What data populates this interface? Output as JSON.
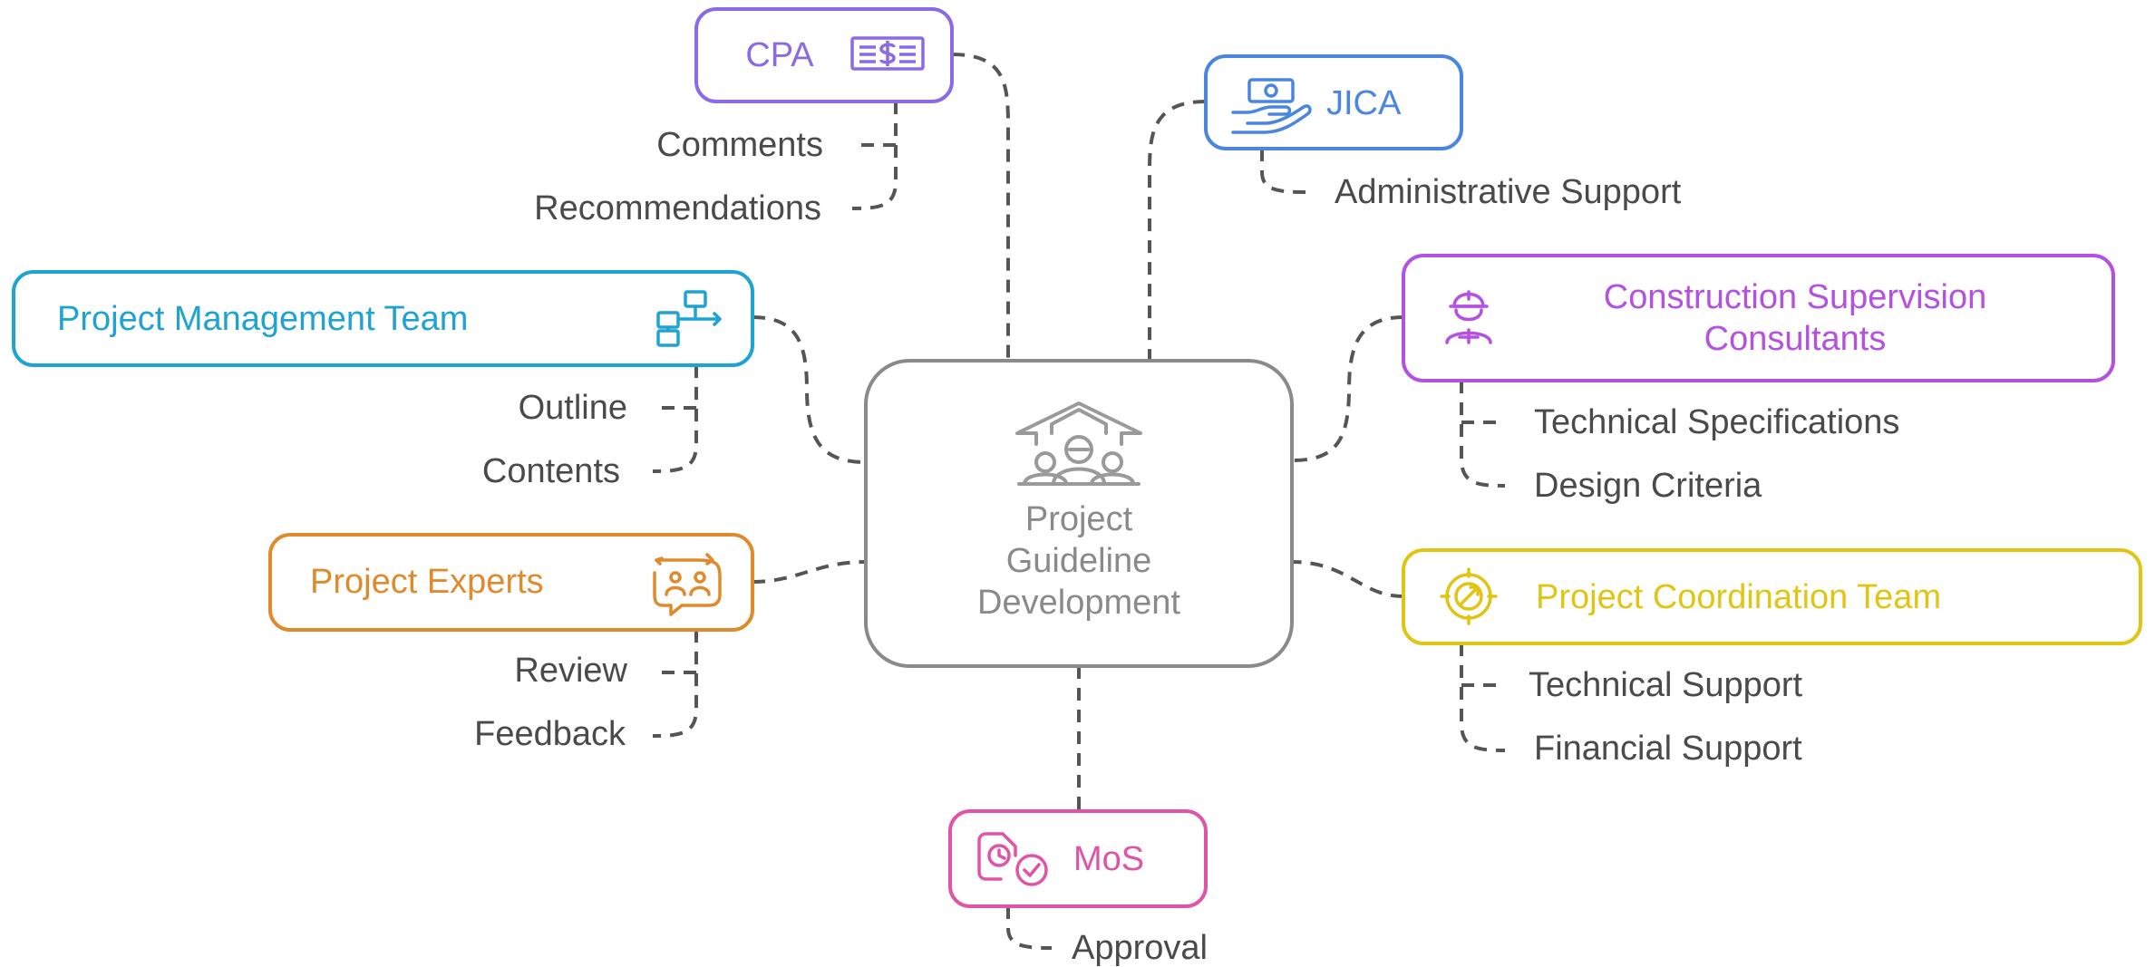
{
  "center": {
    "lines": [
      "Project",
      "Guideline",
      "Development"
    ],
    "color": "#8a8a8a"
  },
  "nodes": {
    "cpa": {
      "label": "CPA",
      "color": "#8b6ae6",
      "items": [
        "Comments",
        "Recommendations"
      ]
    },
    "jica": {
      "label": "JICA",
      "color": "#4a86e0",
      "items": [
        "Administrative Support"
      ]
    },
    "pmt": {
      "label": "Project Management Team",
      "color": "#1fa3d4",
      "items": [
        "Outline",
        "Contents"
      ]
    },
    "csc": {
      "label_lines": [
        "Construction Supervision",
        "Consultants"
      ],
      "color": "#b551e0",
      "items": [
        "Technical Specifications",
        "Design Criteria"
      ]
    },
    "experts": {
      "label": "Project Experts",
      "color": "#e08a2e",
      "items": [
        "Review",
        "Feedback"
      ]
    },
    "pct": {
      "label": "Project Coordination Team",
      "color": "#e2c514",
      "items": [
        "Technical Support",
        "Financial Support"
      ]
    },
    "mos": {
      "label": "MoS",
      "color": "#e054a8",
      "items": [
        "Approval"
      ]
    }
  },
  "colors": {
    "connector": "#555555",
    "item_text": "#4a4a4a"
  }
}
